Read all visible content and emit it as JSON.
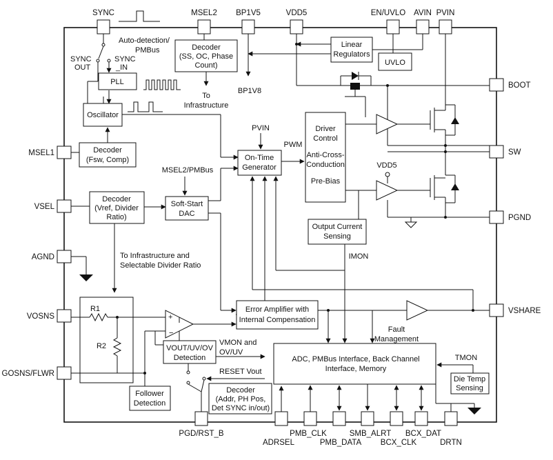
{
  "pins": {
    "sync": "SYNC",
    "msel2": "MSEL2",
    "bp1v5": "BP1V5",
    "vdd5": "VDD5",
    "en_uvlo": "EN/UVLO",
    "avin": "AVIN",
    "pvin": "PVIN",
    "boot": "BOOT",
    "sw": "SW",
    "pgnd": "PGND",
    "vshare": "VSHARE",
    "msel1": "MSEL1",
    "vsel": "VSEL",
    "agnd": "AGND",
    "vosns": "VOSNS",
    "gosns": "GOSNS/FLWR",
    "pgd": "PGD/RST_B",
    "adrsel": "ADRSEL",
    "pmb_clk": "PMB_CLK",
    "pmb_data": "PMB_DATA",
    "smb_alrt": "SMB_ALRT",
    "bcx_clk": "BCX_CLK",
    "bcx_dat": "BCX_DAT",
    "drtn": "DRTN"
  },
  "blocks": {
    "decoder_top": [
      "Decoder",
      "(SS, OC, Phase",
      "Count)"
    ],
    "linear_reg": [
      "Linear",
      "Regulators"
    ],
    "uvlo": "UVLO",
    "pll": "PLL",
    "oscillator": "Oscillator",
    "decoder_fsw": [
      "Decoder",
      "(Fsw, Comp)"
    ],
    "decoder_vref": [
      "Decoder",
      "(Vref, Divider",
      "Ratio)"
    ],
    "softstart": [
      "Soft-Start",
      "DAC"
    ],
    "ontime": [
      "On-Time",
      "Generator"
    ],
    "driver": [
      "Driver",
      "Control",
      "Anti-Cross-",
      "Conduction",
      "Pre-Bias"
    ],
    "ocs": [
      "Output Current",
      "Sensing"
    ],
    "error_amp": [
      "Error Amplifier with",
      "Internal Compensation"
    ],
    "vout_det": [
      "VOUT/UV/OV",
      "Detection"
    ],
    "follower": [
      "Follower",
      "Detection"
    ],
    "decoder_addr": [
      "Decoder",
      "(Addr, PH Pos,",
      "Det SYNC in/out)"
    ],
    "adc": [
      "ADC, PMBus Interface, Back Channel",
      "Interface,  Memory"
    ],
    "die_temp": [
      "Die Temp",
      "Sensing"
    ]
  },
  "labels": {
    "auto_detect": [
      "Auto-detection/",
      "PMBus"
    ],
    "sync_out": [
      "SYNC",
      "OUT"
    ],
    "sync_in": [
      "SYNC",
      "_IN"
    ],
    "bp1v8": "BP1V8",
    "to_infra": [
      "To",
      "Infrastructure"
    ],
    "pvin_in": "PVIN",
    "pwm": "PWM",
    "msel2_pmbus": "MSEL2/PMBus",
    "vdd5_lower": "VDD5",
    "to_infra_sel": [
      "To Infrastructure and",
      "Selectable Divider Ratio"
    ],
    "imon": "IMON",
    "r1": "R1",
    "r2": "R2",
    "fault": [
      "Fault",
      "Management"
    ],
    "vmon": [
      "VMON and",
      "OV/UV"
    ],
    "reset_vout": "RESET Vout",
    "tmon": "TMON"
  }
}
